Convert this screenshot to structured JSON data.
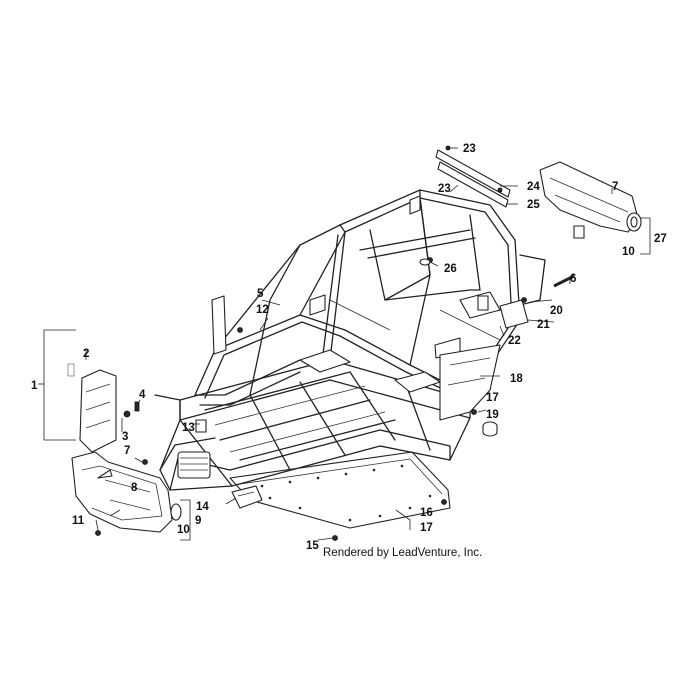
{
  "diagram": {
    "credit": "Rendered by LeadVenture, Inc.",
    "callouts": [
      {
        "id": "c1",
        "text": "1"
      },
      {
        "id": "c2",
        "text": "2"
      },
      {
        "id": "c3",
        "text": "3"
      },
      {
        "id": "c4",
        "text": "4"
      },
      {
        "id": "c5",
        "text": "5"
      },
      {
        "id": "c6",
        "text": "6"
      },
      {
        "id": "c7a",
        "text": "7"
      },
      {
        "id": "c7b",
        "text": "7"
      },
      {
        "id": "c8",
        "text": "8"
      },
      {
        "id": "c9",
        "text": "9"
      },
      {
        "id": "c10a",
        "text": "10"
      },
      {
        "id": "c10b",
        "text": "10"
      },
      {
        "id": "c11",
        "text": "11"
      },
      {
        "id": "c12",
        "text": "12"
      },
      {
        "id": "c13",
        "text": "13"
      },
      {
        "id": "c14",
        "text": "14"
      },
      {
        "id": "c15",
        "text": "15"
      },
      {
        "id": "c16",
        "text": "16"
      },
      {
        "id": "c17a",
        "text": "17"
      },
      {
        "id": "c17b",
        "text": "17"
      },
      {
        "id": "c18",
        "text": "18"
      },
      {
        "id": "c19",
        "text": "19"
      },
      {
        "id": "c20",
        "text": "20"
      },
      {
        "id": "c21",
        "text": "21"
      },
      {
        "id": "c22",
        "text": "22"
      },
      {
        "id": "c23a",
        "text": "23"
      },
      {
        "id": "c23b",
        "text": "23"
      },
      {
        "id": "c24",
        "text": "24"
      },
      {
        "id": "c25",
        "text": "25"
      },
      {
        "id": "c26",
        "text": "26"
      },
      {
        "id": "c27",
        "text": "27"
      }
    ]
  }
}
